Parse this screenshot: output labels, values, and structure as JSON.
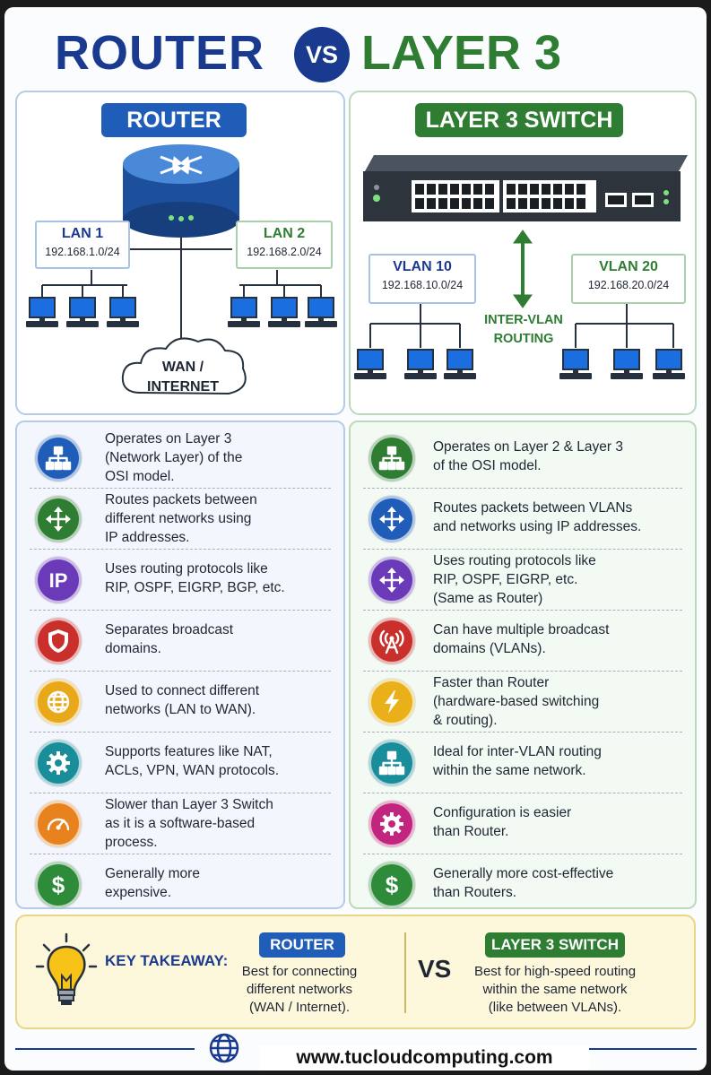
{
  "title": {
    "left": "ROUTER",
    "vs": "VS",
    "right": "LAYER 3 SWITCH"
  },
  "router_panel": {
    "tag": "ROUTER",
    "lan1": {
      "name": "LAN 1",
      "ip": "192.168.1.0/24"
    },
    "lan2": {
      "name": "LAN 2",
      "ip": "192.168.2.0/24"
    },
    "wan": "WAN /\nINTERNET"
  },
  "switch_panel": {
    "tag": "LAYER 3 SWITCH",
    "vlan10": {
      "name": "VLAN 10",
      "ip": "192.168.10.0/24"
    },
    "vlan20": {
      "name": "VLAN 20",
      "ip": "192.168.20.0/24"
    },
    "inter_vlan": "INTER-VLAN\nROUTING"
  },
  "router_features": [
    {
      "icon": "network-hierarchy-icon",
      "color": "#1f5db8",
      "text": "Operates on Layer 3\n(Network Layer) of the\nOSI model."
    },
    {
      "icon": "four-arrows-icon",
      "color": "#2e7d32",
      "text": "Routes packets between\ndifferent networks using\nIP addresses."
    },
    {
      "icon": "ip-icon",
      "color": "#6a3ab8",
      "text": "Uses routing protocols like\nRIP, OSPF, EIGRP, BGP, etc."
    },
    {
      "icon": "shield-icon",
      "color": "#c9302c",
      "text": "Separates broadcast\ndomains."
    },
    {
      "icon": "globe-icon",
      "color": "#e9a81a",
      "text": "Used to connect different\nnetworks (LAN to WAN)."
    },
    {
      "icon": "gear-icon",
      "color": "#1a8d9a",
      "text": "Supports features like NAT,\nACLs, VPN, WAN protocols."
    },
    {
      "icon": "speedometer-icon",
      "color": "#e8821e",
      "text": "Slower than Layer 3 Switch\nas it is a software-based\nprocess."
    },
    {
      "icon": "dollar-icon",
      "color": "#2e8b3a",
      "text": "Generally more\nexpensive."
    }
  ],
  "switch_features": [
    {
      "icon": "network-hierarchy-icon",
      "color": "#2e7d32",
      "text": "Operates on Layer 2 & Layer 3\nof the OSI model."
    },
    {
      "icon": "four-arrows-icon",
      "color": "#1f5db8",
      "text": "Routes packets between VLANs\nand networks using IP addresses."
    },
    {
      "icon": "four-arrows-icon",
      "color": "#6a3ab8",
      "text": "Uses routing protocols like\nRIP, OSPF, EIGRP, etc.\n(Same as Router)"
    },
    {
      "icon": "broadcast-tower-icon",
      "color": "#c9302c",
      "text": "Can have multiple broadcast\ndomains (VLANs)."
    },
    {
      "icon": "lightning-icon",
      "color": "#e9b01a",
      "text": "Faster than Router\n(hardware-based switching\n& routing)."
    },
    {
      "icon": "network-hierarchy-icon",
      "color": "#1a8d9a",
      "text": "Ideal for inter-VLAN routing\nwithin the same network."
    },
    {
      "icon": "gear-icon",
      "color": "#c2257e",
      "text": "Configuration is easier\nthan Router."
    },
    {
      "icon": "dollar-icon",
      "color": "#2e8b3a",
      "text": "Generally more cost-effective\nthan Routers."
    }
  ],
  "takeaway": {
    "label": "KEY TAKEAWAY:",
    "router_tag": "ROUTER",
    "router_text": "Best for connecting\ndifferent networks\n(WAN / Internet).",
    "vs": "VS",
    "switch_tag": "LAYER 3 SWITCH",
    "switch_text": "Best for high-speed routing\nwithin the same network\n(like between VLANs)."
  },
  "footer": {
    "url": "www.tucloudcomputing.com"
  }
}
